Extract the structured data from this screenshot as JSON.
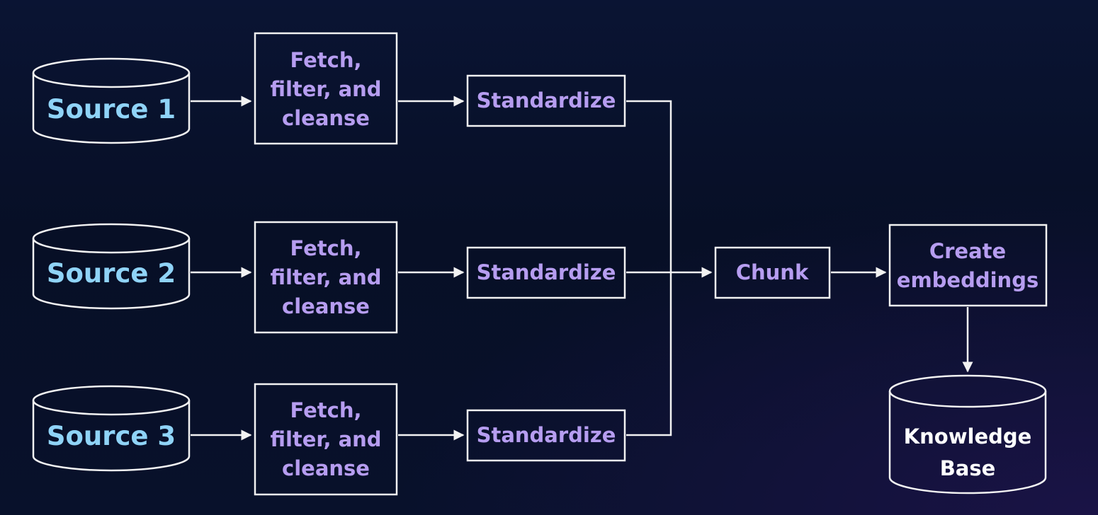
{
  "colors": {
    "background": "#08112b",
    "stroke": "#f2f2f2",
    "source_text": "#8fd3f7",
    "step_text": "#b69df0",
    "knowledge_base_text": "#ffffff"
  },
  "sources": [
    {
      "label": "Source 1"
    },
    {
      "label": "Source 2"
    },
    {
      "label": "Source 3"
    }
  ],
  "fetch_steps": [
    {
      "lines": [
        "Fetch,",
        "filter, and",
        "cleanse"
      ]
    },
    {
      "lines": [
        "Fetch,",
        "filter, and",
        "cleanse"
      ]
    },
    {
      "lines": [
        "Fetch,",
        "filter, and",
        "cleanse"
      ]
    }
  ],
  "standardize_steps": [
    {
      "label": "Standardize"
    },
    {
      "label": "Standardize"
    },
    {
      "label": "Standardize"
    }
  ],
  "chunk": {
    "label": "Chunk"
  },
  "embeddings": {
    "lines": [
      "Create",
      "embeddings"
    ]
  },
  "knowledge_base": {
    "lines": [
      "Knowledge",
      "Base"
    ]
  }
}
